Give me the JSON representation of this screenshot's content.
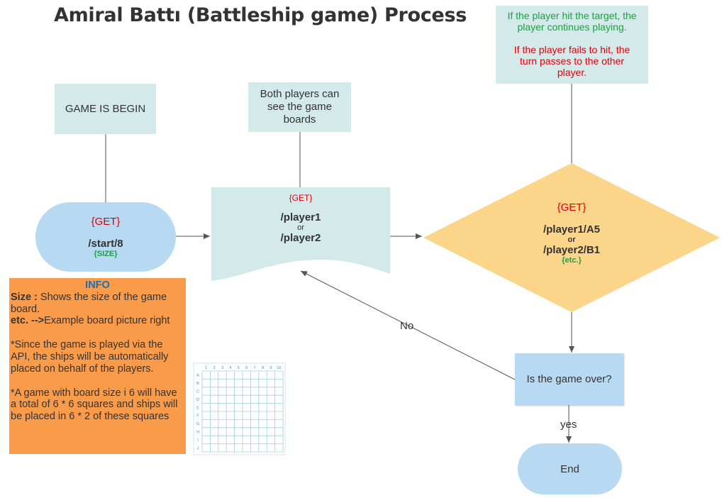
{
  "title": "Amiral Battı (Battleship game) Process",
  "notes": {
    "begin": "GAME IS BEGIN",
    "boards": [
      "Both players can",
      "see the game",
      "boards"
    ],
    "rule_hit": [
      "If the player hit the target, the",
      "player continues playing."
    ],
    "rule_miss": [
      "If the player fails to hit, the",
      "turn passes to the other",
      "player."
    ]
  },
  "start": {
    "method": "{GET}",
    "endpoint": "/start/8",
    "param": "{SIZE}"
  },
  "players": {
    "method": "{GET}",
    "p1": "/player1",
    "or": "or",
    "p2": "/player2"
  },
  "move": {
    "method": "{GET}",
    "p1": "/player1/A5",
    "or": "or",
    "p2": "/player2/B1",
    "etc": "{etc.}"
  },
  "decision": {
    "label": "Is the game over?",
    "no": "No",
    "yes": "yes"
  },
  "end": {
    "label": "End"
  },
  "info": {
    "title": "INFO",
    "size_key": "Size :",
    "size_text": " Shows the size of the game board.",
    "etc_key": "etc. -->",
    "etc_text": "Example board picture right",
    "p2": "*Since the game is played via the API, the ships will be automatically placed on behalf of the players.",
    "p3": "*A game with board size i 6 will have a total of 6 * 6 squares and ships will be placed in 6 * 2 of these squares"
  },
  "grid": {
    "cols": [
      "1",
      "2",
      "3",
      "4",
      "5",
      "6",
      "7",
      "8",
      "9",
      "10"
    ],
    "rows": [
      "A",
      "B",
      "C",
      "D",
      "E",
      "F",
      "G",
      "H",
      "I",
      "J"
    ]
  },
  "colors": {
    "note": "#d3e9ea",
    "terminal": "#b7d9f1",
    "diamond": "#fad58a",
    "info": "#f99b48",
    "get": "#e0000c",
    "green": "#1f9e46"
  }
}
